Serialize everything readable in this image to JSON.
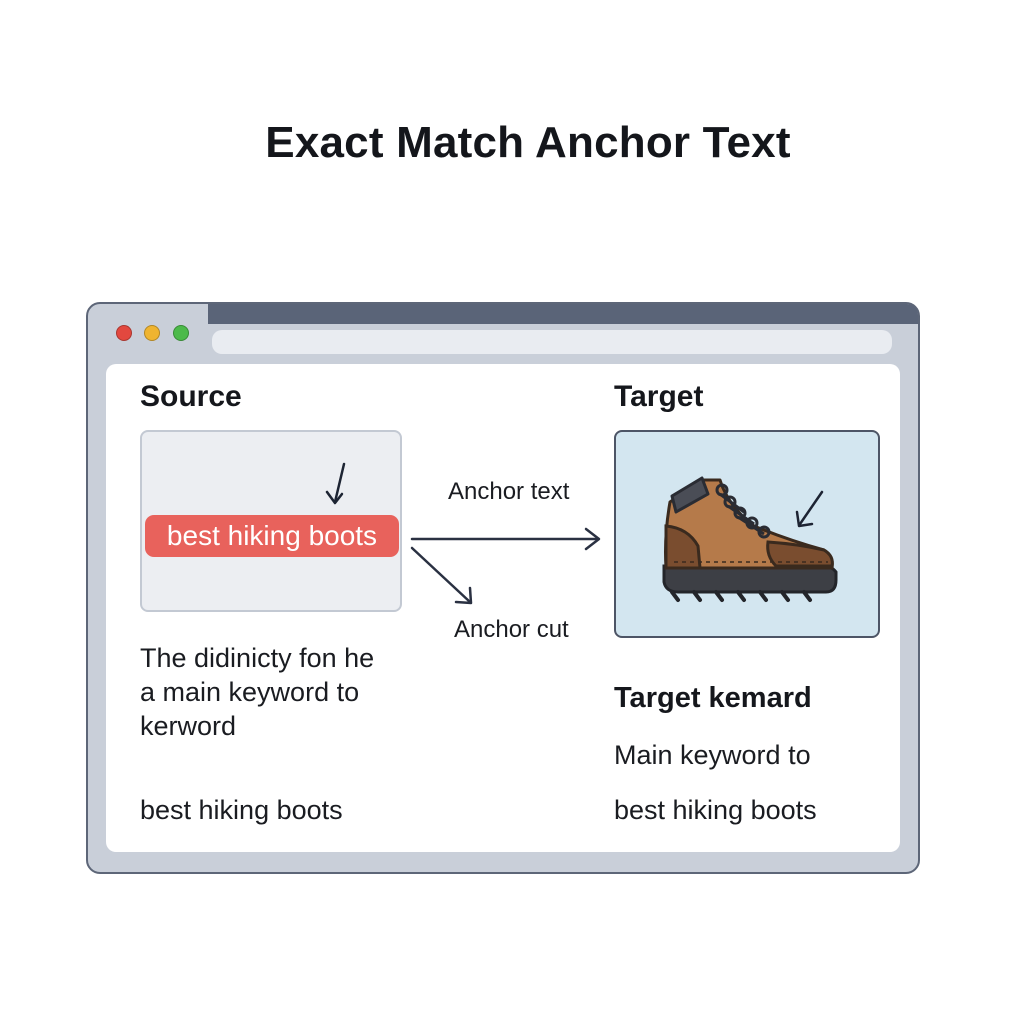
{
  "title": "Exact Match Anchor Text",
  "browser": {
    "window_controls": [
      "close-dot",
      "minimize-dot",
      "maximize-dot"
    ]
  },
  "source": {
    "heading": "Source",
    "anchor_text": "best hiking boots",
    "description_lines": [
      "The didinicty fon he",
      "a main keyword to",
      "kerword"
    ],
    "keyword": "best hiking boots"
  },
  "arrows": {
    "top_label": "Anchor text",
    "bottom_label": "Anchor cut"
  },
  "target": {
    "heading": "Target",
    "image_icon": "hiking-boot-icon",
    "keyword_heading": "Target kemard",
    "line1": "Main keyword to",
    "line2": "best hiking boots"
  },
  "colors": {
    "anchor_highlight": "#e8625c",
    "target_image_bg": "#d3e6f0",
    "browser_frame": "#5a6478",
    "close": "#e2483f",
    "minimize": "#efb430",
    "maximize": "#4cba4a"
  }
}
